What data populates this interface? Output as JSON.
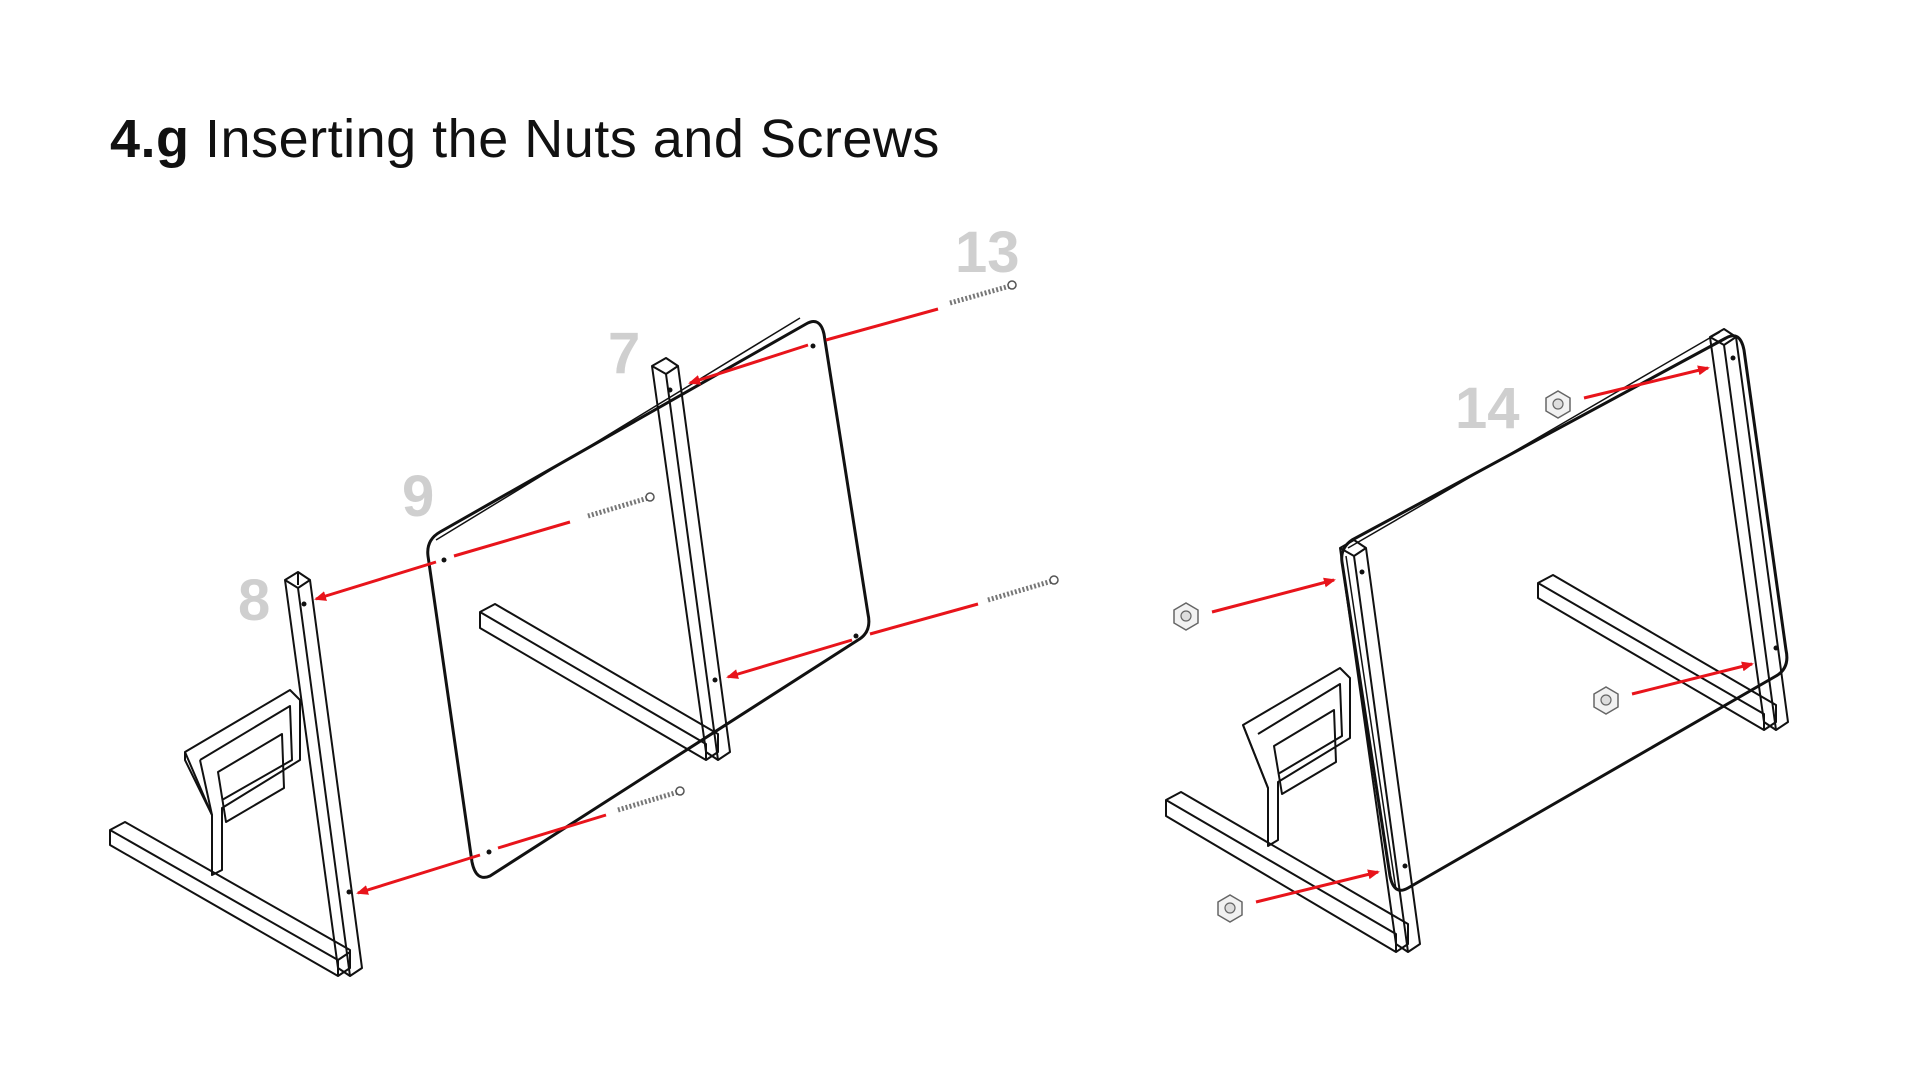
{
  "title": {
    "step": "4.g",
    "text": "Inserting the Nuts and Screws"
  },
  "part_labels": {
    "p13": "13",
    "p7": "7",
    "p9": "9",
    "p8": "8",
    "p14": "14"
  },
  "colors": {
    "arrow": "#e8141b",
    "part_label": "#cfcfcf",
    "line": "#111111"
  },
  "icons": {
    "screw": "screw-icon",
    "nut": "hex-nut-icon"
  }
}
